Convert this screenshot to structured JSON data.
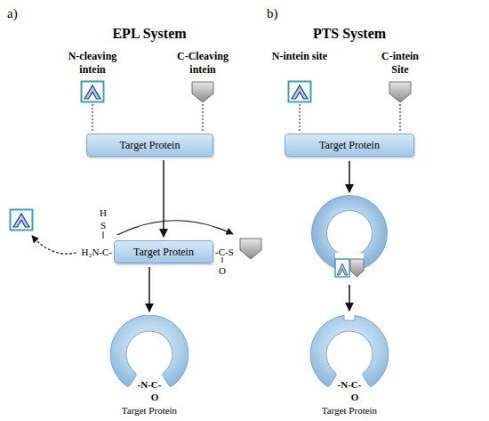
{
  "diagram": {
    "nodes": [
      {
        "text": [
          "Target Protein"
        ]
      },
      {
        "text": [
          "Target Protein"
        ]
      },
      {
        "text": [
          "-N-C-",
          "O",
          "Target Protein"
        ]
      },
      {
        "text": [
          "Target Protein"
        ]
      },
      {
        "text": [
          "-N-C-",
          "O",
          "Target Protein"
        ]
      }
    ],
    "edges": [
      {
        "from": 0,
        "to": 1,
        "arrow": "to"
      },
      {
        "from": 1,
        "to": 2,
        "arrow": "to"
      }
    ],
    "labels": [
      "a)",
      "EPL System",
      "N-cleaving intein",
      "C-Cleaving intein",
      "H",
      "S",
      "H₂N-C-",
      "-C-S",
      "O",
      "b)",
      "PTS System",
      "N-intein site",
      "C-intein Site"
    ]
  }
}
